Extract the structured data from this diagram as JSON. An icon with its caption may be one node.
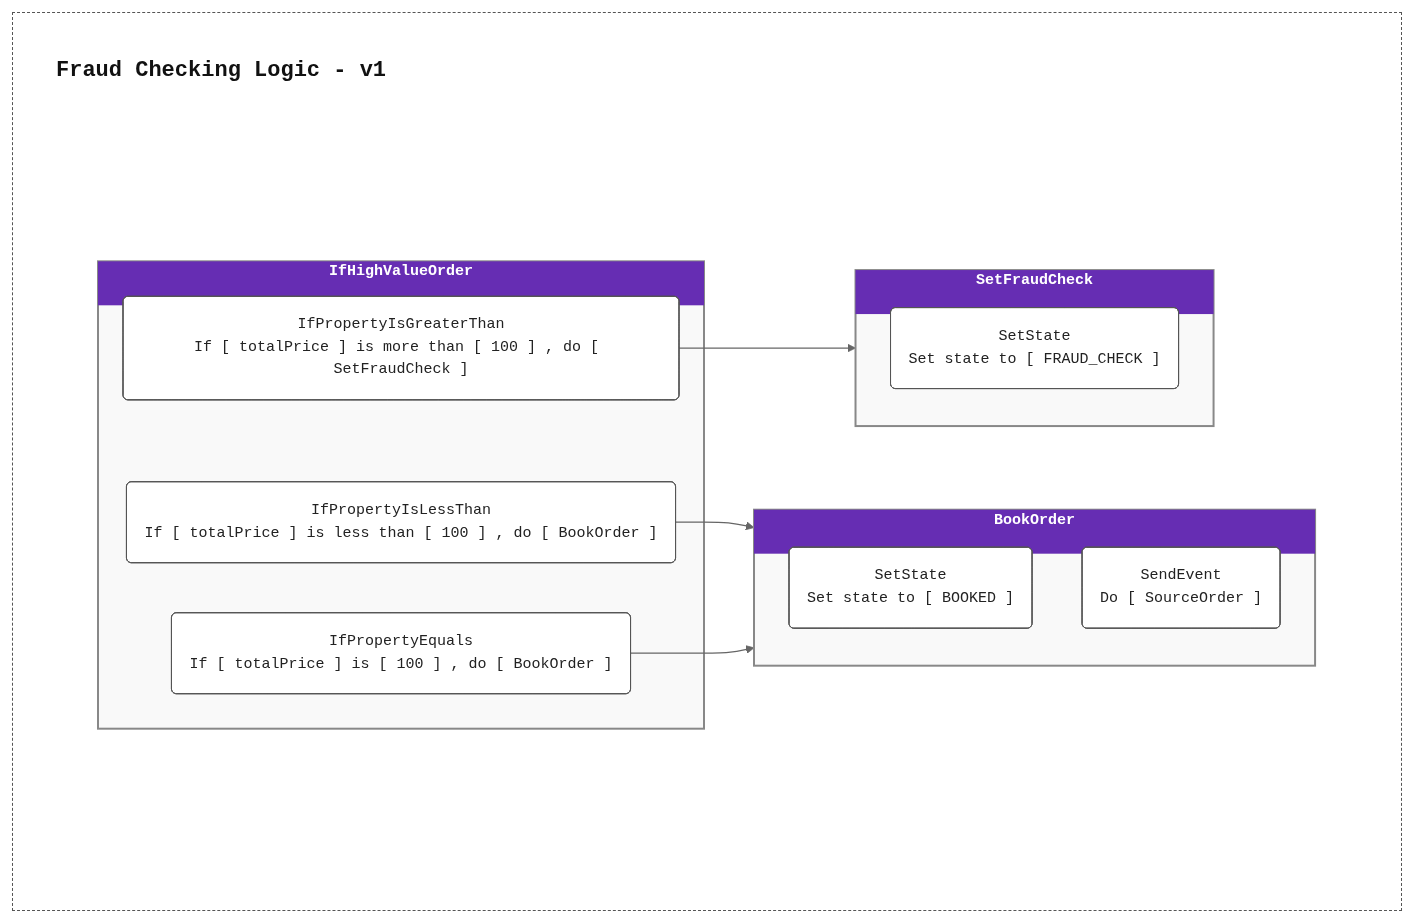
{
  "diagram": {
    "title": "Fraud Checking Logic - v1",
    "nodes": [
      {
        "text": [
          "IfHighValueOrder"
        ]
      },
      {
        "text": [
          "IfPropertyIsGreaterThan",
          "If [ totalPrice ] is more than [ 100 ] , do [ SetFraudCheck ]"
        ],
        "in": 0
      },
      {
        "text": [
          "IfPropertyIsLessThan",
          "If [ totalPrice ] is less than [ 100 ] , do [ BookOrder ]"
        ],
        "in": 0
      },
      {
        "text": [
          "IfPropertyEquals",
          "If [ totalPrice ] is [ 100 ] , do [ BookOrder ]"
        ],
        "in": 0
      },
      {
        "text": [
          "SetFraudCheck"
        ]
      },
      {
        "text": [
          "SetState",
          "Set state to [ FRAUD_CHECK ]"
        ],
        "in": 4
      },
      {
        "text": [
          "BookOrder"
        ]
      },
      {
        "text": [
          "SetState",
          "Set state to [ BOOKED ]"
        ],
        "in": 6
      },
      {
        "text": [
          "SendEvent",
          "Do [ SourceOrder ]"
        ],
        "in": 6
      }
    ],
    "edges": [
      {
        "from": 1,
        "to": 4,
        "arrow": "to"
      },
      {
        "from": 2,
        "to": 6,
        "arrow": "to"
      },
      {
        "from": 3,
        "to": 6,
        "arrow": "to"
      }
    ]
  }
}
